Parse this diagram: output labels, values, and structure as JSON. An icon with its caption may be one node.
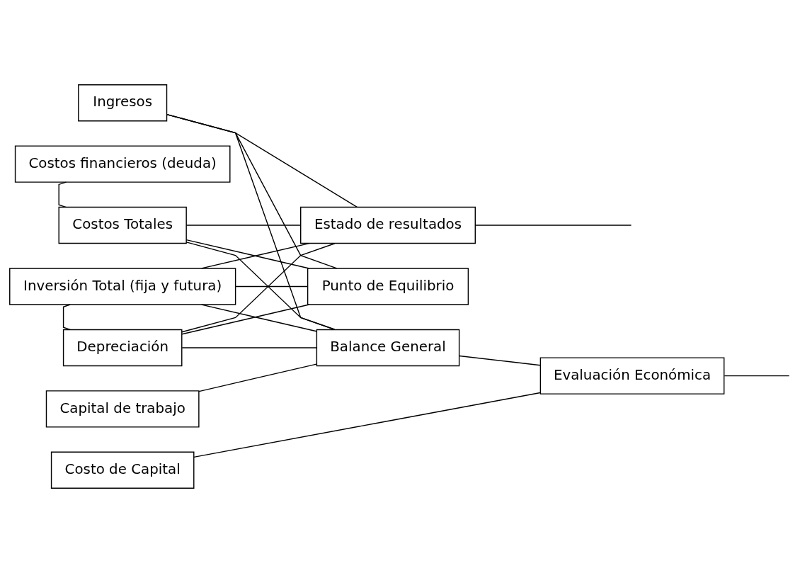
{
  "diagram": {
    "nodes": [
      {
        "text": [
          "Ingresos"
        ]
      },
      {
        "text": [
          "Costos financieros (deuda)"
        ]
      },
      {
        "text": [
          "Costos Totales"
        ]
      },
      {
        "text": [
          "Inversión Total (fija y futura)"
        ]
      },
      {
        "text": [
          "Depreciación"
        ]
      },
      {
        "text": [
          "Capital de trabajo"
        ]
      },
      {
        "text": [
          "Costo de Capital"
        ]
      },
      {
        "text": [
          "Estado de resultados"
        ]
      },
      {
        "text": [
          "Punto de Equilibrio"
        ]
      },
      {
        "text": [
          "Balance General"
        ]
      },
      {
        "text": [
          "Evaluación Económica"
        ]
      }
    ],
    "edges": [
      {
        "from": 0,
        "to": 7,
        "arrow": "none"
      },
      {
        "from": 0,
        "to": 8,
        "arrow": "none"
      },
      {
        "from": 0,
        "to": 9,
        "arrow": "none"
      },
      {
        "from": 2,
        "to": 7,
        "arrow": "none"
      },
      {
        "from": 2,
        "to": 8,
        "arrow": "none"
      },
      {
        "from": 2,
        "to": 9,
        "arrow": "none"
      },
      {
        "from": 3,
        "to": 7,
        "arrow": "none"
      },
      {
        "from": 3,
        "to": 8,
        "arrow": "none"
      },
      {
        "from": 3,
        "to": 9,
        "arrow": "none"
      },
      {
        "from": 4,
        "to": 7,
        "arrow": "none"
      },
      {
        "from": 4,
        "to": 8,
        "arrow": "none"
      },
      {
        "from": 4,
        "to": 9,
        "arrow": "none"
      },
      {
        "from": 1,
        "to": 2,
        "arrow": "none"
      },
      {
        "from": 3,
        "to": 4,
        "arrow": "none"
      },
      {
        "from": 5,
        "to": 9,
        "arrow": "none"
      },
      {
        "from": 9,
        "to": 10,
        "arrow": "none"
      },
      {
        "from": 6,
        "to": 10,
        "arrow": "none"
      },
      {
        "from": 7,
        "to": null,
        "arrow": "none"
      },
      {
        "from": 10,
        "to": null,
        "arrow": "none"
      }
    ]
  }
}
